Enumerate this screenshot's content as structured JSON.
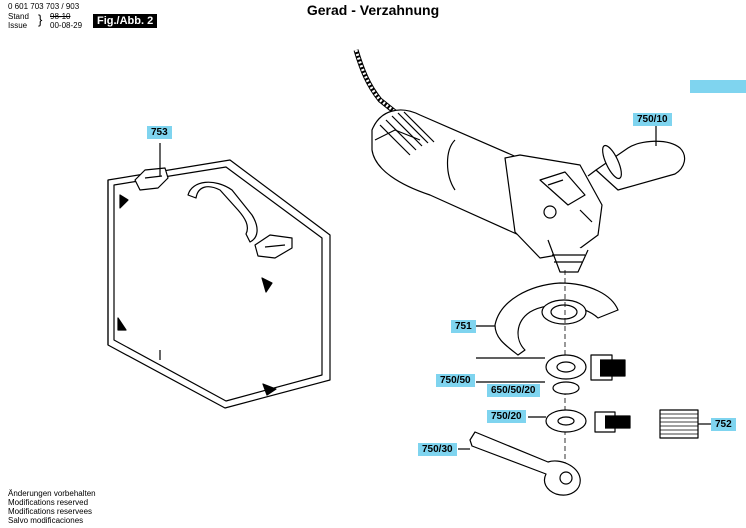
{
  "header": {
    "doc_number": "0 601 703 703 / 903",
    "stand_label": "Stand",
    "stand_value": "98-10",
    "issue_label": "Issue",
    "issue_value": "00-08-29",
    "figure_badge": "Fig./Abb. 2"
  },
  "title": "Gerad - Verzahnung",
  "parts": {
    "case": "753",
    "handle": "750/10",
    "guard": "751",
    "flange": "750/50",
    "oring": "650/50/20",
    "nut": "750/20",
    "quick_nut": "752",
    "spanner": "750/30"
  },
  "footer": [
    "Änderungen vorbehalten",
    "Modifications reserved",
    "Modifications reservees",
    "Salvo modificaciones"
  ],
  "colors": {
    "label_bg": "#7fd4ef",
    "line": "#000000"
  }
}
